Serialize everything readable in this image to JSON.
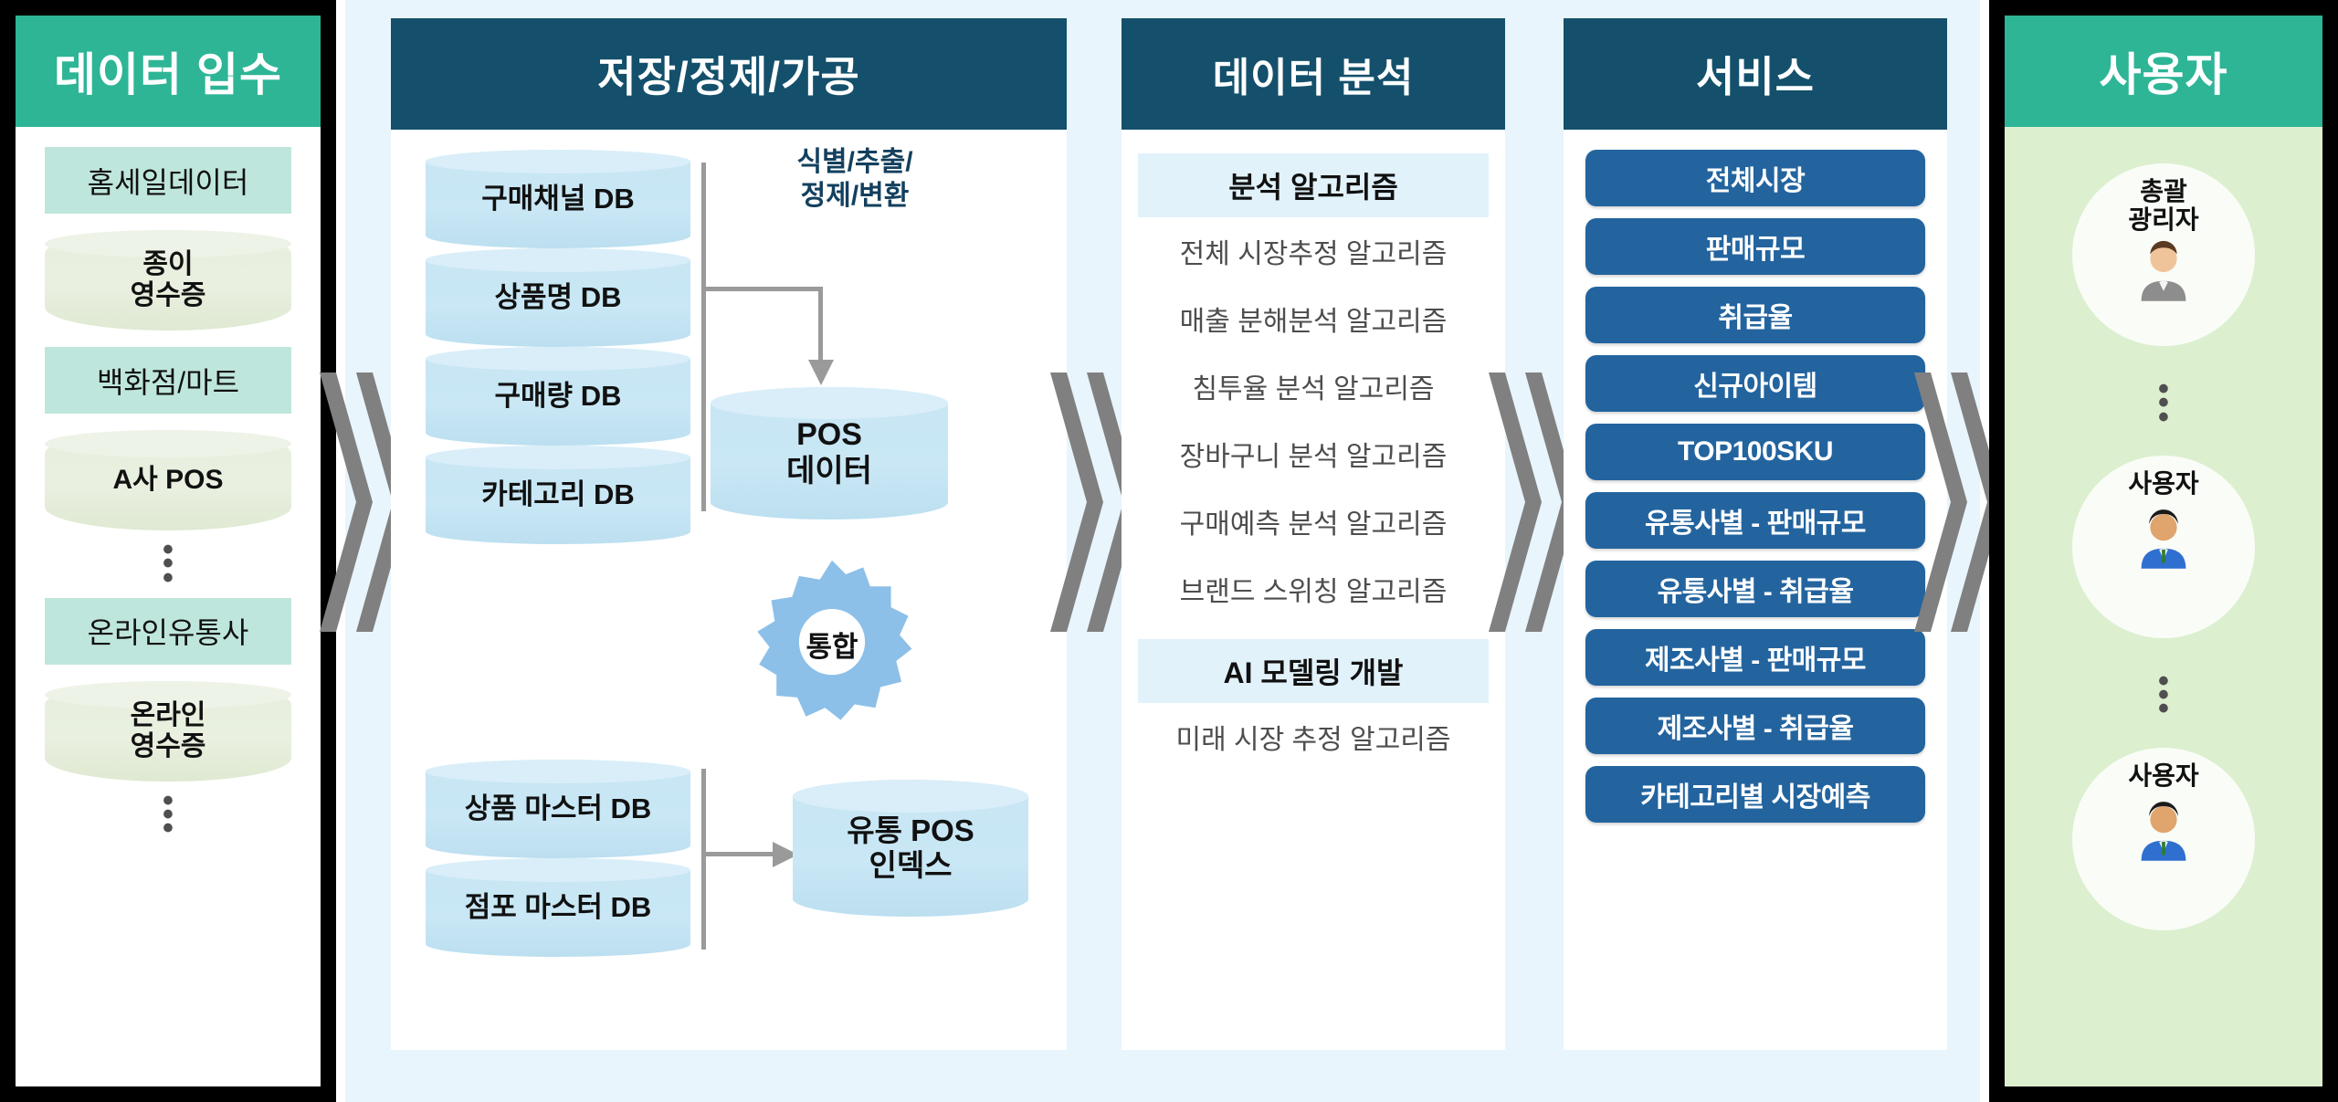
{
  "columns": {
    "ingest": {
      "title": "데이터 입수",
      "header_color": "#2db596",
      "items": [
        {
          "kind": "label",
          "text": "홈세일데이터"
        },
        {
          "kind": "cylinder",
          "line1": "종이",
          "line2": "영수증"
        },
        {
          "kind": "label",
          "text": "백화점/마트"
        },
        {
          "kind": "cylinder",
          "line1": "A사 POS",
          "line2": ""
        },
        {
          "kind": "dots",
          "text": "⋮"
        },
        {
          "kind": "label",
          "text": "온라인유통사"
        },
        {
          "kind": "cylinder",
          "line1": "온라인",
          "line2": "영수증"
        },
        {
          "kind": "dots",
          "text": "⋮"
        }
      ]
    },
    "store": {
      "title": "저장/정제/가공",
      "header_color": "#14506b",
      "top_dbs": [
        "구매채널 DB",
        "상품명 DB",
        "구매량 DB",
        "카테고리 DB"
      ],
      "process_label": "식별/추출/\n정제/변환",
      "process_label_line1": "식별/추출/",
      "process_label_line2": "정제/변환",
      "pos_db_line1": "POS",
      "pos_db_line2": "데이터",
      "gear_label": "통합",
      "bottom_dbs": [
        "상품 마스터 DB",
        "점포 마스터 DB"
      ],
      "index_db_line1": "유통 POS",
      "index_db_line2": "인덱스"
    },
    "analysis": {
      "title": "데이터 분석",
      "header_color": "#14506b",
      "group1_title": "분석 알고리즘",
      "group1_items": [
        "전체 시장추정 알고리즘",
        "매출 분해분석 알고리즘",
        "침투율 분석 알고리즘",
        "장바구니 분석 알고리즘",
        "구매예측 분석 알고리즘",
        "브랜드 스위칭 알고리즘"
      ],
      "group2_title": "AI 모델링 개발",
      "group2_items": [
        "미래 시장 추정 알고리즘"
      ]
    },
    "service": {
      "title": "서비스",
      "header_color": "#14506b",
      "button_color": "#23649f",
      "buttons": [
        "전체시장",
        "판매규모",
        "취급율",
        "신규아이템",
        "TOP100SKU",
        "유통사별 - 판매규모",
        "유통사별 - 취급율",
        "제조사별 - 판매규모",
        "제조사별 - 취급율",
        "카테고리별 시장예측"
      ]
    },
    "user": {
      "title": "사용자",
      "header_color": "#2db596",
      "items": [
        {
          "kind": "person",
          "line1": "총괄",
          "line2": "광리자",
          "avatar": "manager-avatar"
        },
        {
          "kind": "dots",
          "text": "⋮"
        },
        {
          "kind": "person",
          "line1": "사용자",
          "line2": "",
          "avatar": "user-avatar"
        },
        {
          "kind": "dots",
          "text": "⋮"
        },
        {
          "kind": "person",
          "line1": "사용자",
          "line2": "",
          "avatar": "user-avatar"
        }
      ]
    }
  },
  "connectors": {
    "chevron_color": "#808080",
    "chevrons": [
      "flow-ingest-to-store",
      "flow-store-to-analysis",
      "flow-analysis-to-service",
      "flow-service-to-user"
    ]
  }
}
